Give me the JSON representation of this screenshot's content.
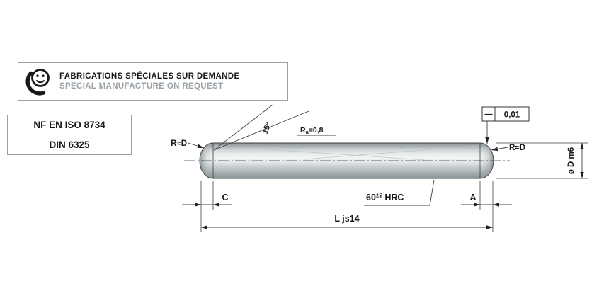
{
  "banner": {
    "title_fr": "FABRICATIONS SPÉCIALES SUR DEMANDE",
    "title_en": "SPECIAL MANUFACTURE ON REQUEST"
  },
  "standards": {
    "iso": "NF EN ISO 8734",
    "din": "DIN 6325"
  },
  "drawing": {
    "radius_left": "R≈D",
    "radius_right": "R≈D",
    "end_angle": "15°",
    "roughness_prefix": "R",
    "roughness_sub": "a",
    "roughness_value": "=0,8",
    "straightness_symbol": "—",
    "straightness_tolerance": "0,01",
    "diameter_label": "ø D m6",
    "chamfer_left_label": "C",
    "chamfer_right_label": "A",
    "hardness_value": "60",
    "hardness_tolerance": "±2",
    "hardness_scale": "HRC",
    "length_label": "L js14"
  },
  "colors": {
    "line": "#3c4043",
    "box_border": "#9aa0a6",
    "muted_text": "#9aa1a6",
    "pin_light": "#f3f4f4",
    "pin_dark": "#848b8f"
  }
}
